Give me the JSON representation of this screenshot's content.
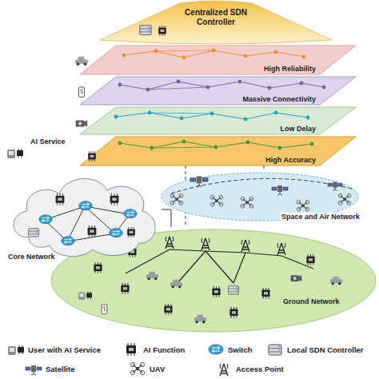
{
  "diagram": {
    "nodes": [
      {
        "text": [
          "Centralized SDN Controller"
        ]
      },
      {
        "text": [
          "High Reliability"
        ]
      },
      {
        "text": [
          "Massive Connectivity"
        ]
      },
      {
        "text": [
          "Low Delay"
        ]
      },
      {
        "text": [
          "AI Service",
          "High Accuracy"
        ]
      },
      {
        "text": [
          "Space and Air Network"
        ]
      },
      {
        "text": [
          "Core Network"
        ]
      },
      {
        "text": [
          "Ground Network"
        ]
      }
    ],
    "edges": [
      {
        "from": 4,
        "to": 5,
        "arrow": "none"
      },
      {
        "from": 4,
        "to": 7,
        "arrow": "none"
      },
      {
        "from": 6,
        "to": 7,
        "arrow": "none"
      }
    ],
    "legend": [
      {
        "text": "User with AI Service"
      },
      {
        "text": "AI Function"
      },
      {
        "text": "Switch"
      },
      {
        "text": "Local SDN Controller"
      },
      {
        "text": "Satellite"
      },
      {
        "text": "UAV"
      },
      {
        "text": "Access Point"
      }
    ]
  }
}
